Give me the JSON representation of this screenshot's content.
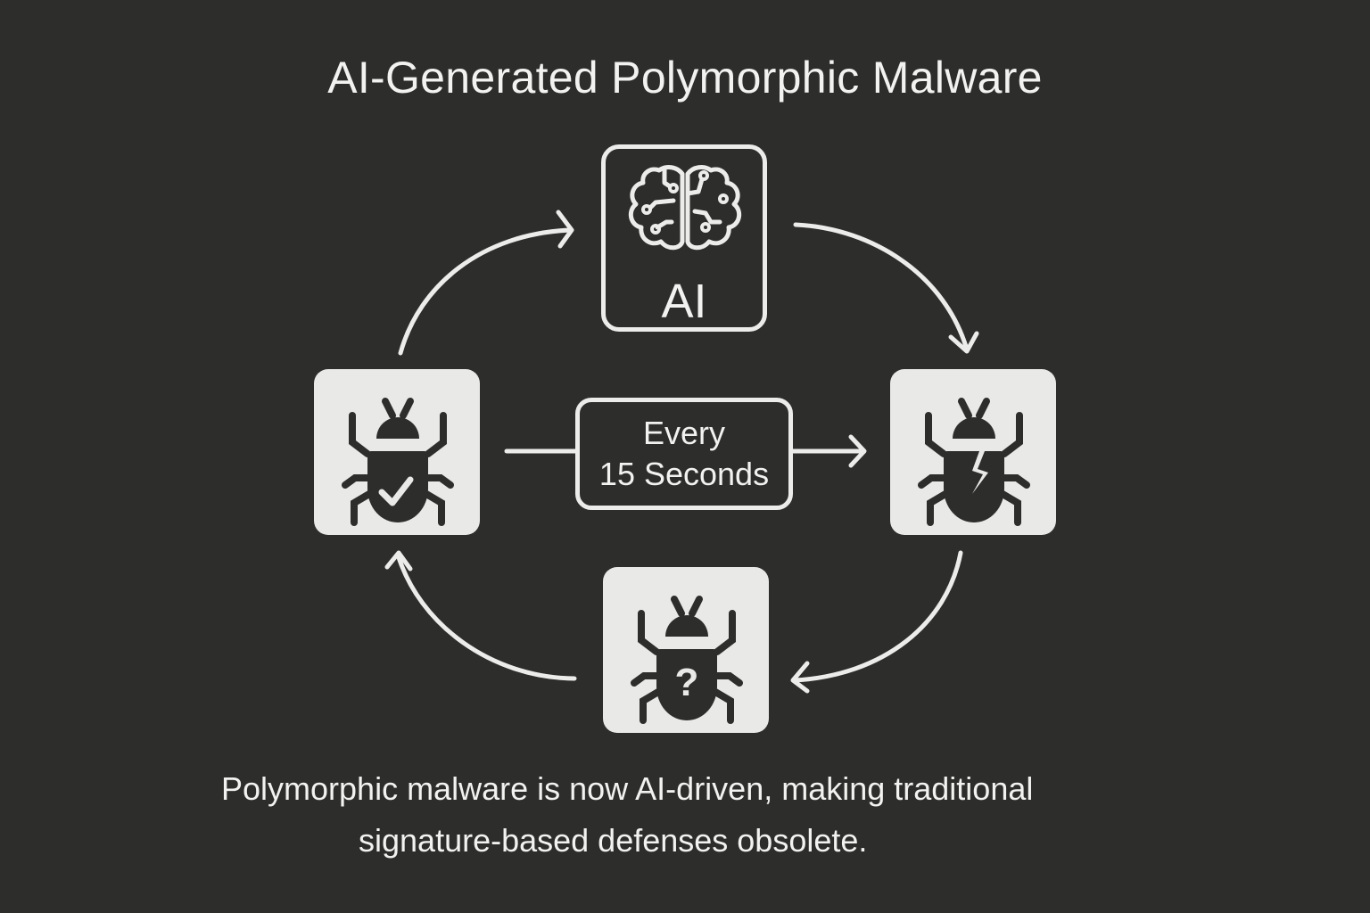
{
  "title": "AI-Generated Polymorphic Malware",
  "nodes": {
    "ai": {
      "label": "AI",
      "icon": "brain-circuit-icon"
    },
    "left": {
      "icon": "bug-check-icon",
      "badge": "✓"
    },
    "right": {
      "icon": "bug-cracked-icon",
      "badge": "lightning-crack"
    },
    "bottom": {
      "icon": "bug-question-icon",
      "badge": "?"
    }
  },
  "interval": {
    "line1": "Every",
    "line2": "15 Seconds"
  },
  "caption": {
    "line1": "Polymorphic malware is now AI-driven,  making traditional",
    "line2": "signature-based defenses obsolete."
  },
  "colors": {
    "background": "#2d2d2b",
    "foreground": "#ececea",
    "bug": "#2d2d2b"
  }
}
